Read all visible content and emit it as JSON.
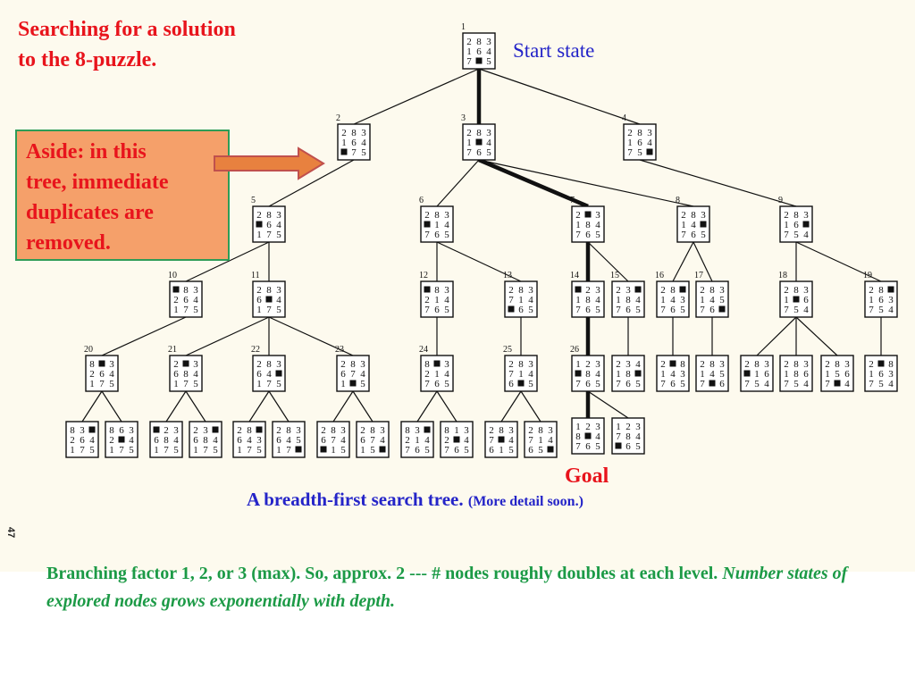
{
  "title_lines": [
    "Searching for a solution",
    "to the 8-puzzle."
  ],
  "aside_lines": [
    "Aside: in this",
    "tree, immediate",
    "duplicates are",
    "removed."
  ],
  "start_label": "Start state",
  "goal_label": "Goal",
  "caption": {
    "main": "A breadth-first search tree.",
    "detail": "(More detail soon.)"
  },
  "page_number": "47",
  "bottom": {
    "plain": "Branching factor 1, 2, or 3 (max). So, approx. 2 --- # nodes roughly doubles at each level.",
    "italic": "Number states of explored nodes grows exponentially with depth."
  },
  "colors": {
    "title_red": "#e8141c",
    "caption_blue": "#2424c8",
    "bottom_green": "#1c9a46",
    "aside_fill": "#f5a06a"
  },
  "tree": {
    "nodes": [
      {
        "id": "n1",
        "label": "1",
        "state": "2 8 3 / 1 6 4 / 7 _ 5"
      },
      {
        "id": "n2",
        "label": "2",
        "state": "2 8 3 / 1 6 4 / _ 7 5"
      },
      {
        "id": "n3",
        "label": "3",
        "state": "2 8 3 / 1 _ 4 / 7 6 5"
      },
      {
        "id": "n4",
        "label": "4",
        "state": "2 8 3 / 1 6 4 / 7 5 _"
      },
      {
        "id": "n5",
        "label": "5",
        "state": "2 8 3 / _ 6 4 / 1 7 5"
      },
      {
        "id": "n6",
        "label": "6",
        "state": "2 8 3 / _ 1 4 / 7 6 5"
      },
      {
        "id": "n7",
        "label": "7",
        "state": "2 _ 3 / 1 8 4 / 7 6 5"
      },
      {
        "id": "n8",
        "label": "8",
        "state": "2 8 3 / 1 4 _ / 7 6 5"
      },
      {
        "id": "n9",
        "label": "9",
        "state": "2 8 3 / 1 6 _ / 7 5 4"
      },
      {
        "id": "n10",
        "label": "10",
        "state": "_ 8 3 / 2 6 4 / 1 7 5"
      },
      {
        "id": "n11",
        "label": "11",
        "state": "2 8 3 / 6 _ 4 / 1 7 5"
      },
      {
        "id": "n12",
        "label": "12",
        "state": "_ 8 3 / 2 1 4 / 7 6 5"
      },
      {
        "id": "n13",
        "label": "13",
        "state": "2 8 3 / 7 1 4 / _ 6 5"
      },
      {
        "id": "n14",
        "label": "14",
        "state": "_ 2 3 / 1 8 4 / 7 6 5"
      },
      {
        "id": "n15",
        "label": "15",
        "state": "2 3 _ / 1 8 4 / 7 6 5"
      },
      {
        "id": "n16",
        "label": "16",
        "state": "2 8 _ / 1 4 3 / 7 6 5"
      },
      {
        "id": "n17",
        "label": "17",
        "state": "2 8 3 / 1 4 5 / 7 6 _"
      },
      {
        "id": "n18",
        "label": "18",
        "state": "2 8 3 / 1 _ 6 / 7 5 4"
      },
      {
        "id": "n19",
        "label": "19",
        "state": "2 8 _ / 1 6 3 / 7 5 4"
      },
      {
        "id": "n20",
        "label": "20",
        "state": "8 _ 3 / 2 6 4 / 1 7 5"
      },
      {
        "id": "n21",
        "label": "21",
        "state": "2 _ 3 / 6 8 4 / 1 7 5"
      },
      {
        "id": "n22",
        "label": "22",
        "state": "2 8 3 / 6 4 _ / 1 7 5"
      },
      {
        "id": "n23",
        "label": "23",
        "state": "2 8 3 / 6 7 4 / 1 _ 5"
      },
      {
        "id": "n24",
        "label": "24",
        "state": "8 _ 3 / 2 1 4 / 7 6 5"
      },
      {
        "id": "n25",
        "label": "25",
        "state": "2 8 3 / 7 1 4 / 6 _ 5"
      },
      {
        "id": "n26",
        "label": "26",
        "state": "1 2 3 / _ 8 4 / 7 6 5"
      },
      {
        "id": "n27",
        "label": "",
        "state": "2 3 4 / 1 8 _ / 7 6 5"
      },
      {
        "id": "n28",
        "label": "",
        "state": "2 _ 8 / 1 4 3 / 7 6 5"
      },
      {
        "id": "n29",
        "label": "",
        "state": "2 8 3 / 1 4 5 / 7 _ 6"
      },
      {
        "id": "n30",
        "label": "",
        "state": "2 8 3 / _ 1 6 / 7 5 4"
      },
      {
        "id": "n31",
        "label": "",
        "state": "2 8 3 / 1 8 6 / 7 5 4"
      },
      {
        "id": "n32",
        "label": "",
        "state": "2 8 3 / 1 5 6 / 7 _ 4"
      },
      {
        "id": "n33",
        "label": "",
        "state": "2 _ 8 / 1 6 3 / 7 5 4"
      },
      {
        "id": "n34",
        "label": "",
        "state": "8 3 _ / 2 6 4 / 1 7 5"
      },
      {
        "id": "n35",
        "label": "",
        "state": "8 6 3 / 2 _ 4 / 1 7 5"
      },
      {
        "id": "n36",
        "label": "",
        "state": "_ 2 3 / 6 8 4 / 1 7 5"
      },
      {
        "id": "n37",
        "label": "",
        "state": "2 3 _ / 6 8 4 / 1 7 5"
      },
      {
        "id": "n38",
        "label": "",
        "state": "2 8 _ / 6 4 3 / 1 7 5"
      },
      {
        "id": "n39",
        "label": "",
        "state": "2 8 3 / 6 4 5 / 1 7 _"
      },
      {
        "id": "n40",
        "label": "",
        "state": "2 8 3 / 6 7 4 / _ 1 5"
      },
      {
        "id": "n41",
        "label": "",
        "state": "2 8 3 / 6 7 4 / 1 5 _"
      },
      {
        "id": "n42",
        "label": "",
        "state": "8 3 _ / 2 1 4 / 7 6 5"
      },
      {
        "id": "n43",
        "label": "",
        "state": "8 1 3 / 2 _ 4 / 7 6 5"
      },
      {
        "id": "n44",
        "label": "",
        "state": "2 8 3 / 7 _ 4 / 6 1 5"
      },
      {
        "id": "n45",
        "label": "",
        "state": "2 8 3 / 7 1 4 / 6 5 _"
      },
      {
        "id": "n46",
        "label": "",
        "state": "1 2 3 / 8 _ 4 / 7 6 5"
      },
      {
        "id": "n47",
        "label": "",
        "state": "1 2 3 / 7 8 4 / _ 6 5"
      }
    ],
    "edges": [
      [
        "n1",
        "n2"
      ],
      [
        "n1",
        "n3"
      ],
      [
        "n1",
        "n4"
      ],
      [
        "n2",
        "n5"
      ],
      [
        "n3",
        "n6"
      ],
      [
        "n3",
        "n7"
      ],
      [
        "n3",
        "n8"
      ],
      [
        "n4",
        "n9"
      ],
      [
        "n5",
        "n10"
      ],
      [
        "n5",
        "n11"
      ],
      [
        "n6",
        "n12"
      ],
      [
        "n6",
        "n13"
      ],
      [
        "n7",
        "n14"
      ],
      [
        "n7",
        "n15"
      ],
      [
        "n8",
        "n16"
      ],
      [
        "n8",
        "n17"
      ],
      [
        "n9",
        "n18"
      ],
      [
        "n9",
        "n19"
      ],
      [
        "n10",
        "n20"
      ],
      [
        "n11",
        "n21"
      ],
      [
        "n11",
        "n22"
      ],
      [
        "n11",
        "n23"
      ],
      [
        "n12",
        "n24"
      ],
      [
        "n13",
        "n25"
      ],
      [
        "n14",
        "n26"
      ],
      [
        "n15",
        "n27"
      ],
      [
        "n16",
        "n28"
      ],
      [
        "n17",
        "n29"
      ],
      [
        "n18",
        "n30"
      ],
      [
        "n18",
        "n31"
      ],
      [
        "n18",
        "n32"
      ],
      [
        "n19",
        "n33"
      ],
      [
        "n20",
        "n34"
      ],
      [
        "n20",
        "n35"
      ],
      [
        "n21",
        "n36"
      ],
      [
        "n21",
        "n37"
      ],
      [
        "n22",
        "n38"
      ],
      [
        "n22",
        "n39"
      ],
      [
        "n23",
        "n40"
      ],
      [
        "n23",
        "n41"
      ],
      [
        "n24",
        "n42"
      ],
      [
        "n24",
        "n43"
      ],
      [
        "n25",
        "n44"
      ],
      [
        "n25",
        "n45"
      ],
      [
        "n26",
        "n46"
      ],
      [
        "n26",
        "n47"
      ]
    ],
    "solution_path": [
      "n1",
      "n3",
      "n7",
      "n14",
      "n26",
      "n46"
    ]
  }
}
